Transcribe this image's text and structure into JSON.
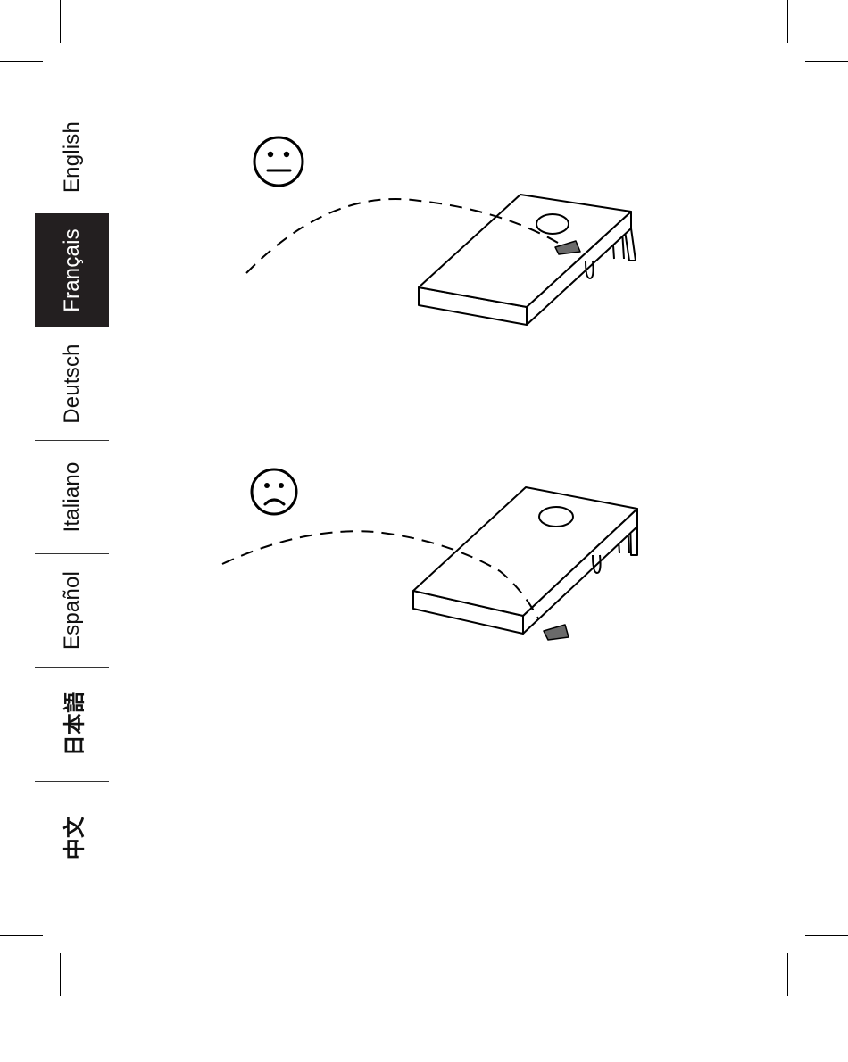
{
  "languages": [
    {
      "label": "English",
      "active": false
    },
    {
      "label": "Français",
      "active": true
    },
    {
      "label": "Deutsch",
      "active": false
    },
    {
      "label": "Italiano",
      "active": false
    },
    {
      "label": "Español",
      "active": false
    },
    {
      "label": "日本語",
      "active": false
    },
    {
      "label": "中文",
      "active": false
    }
  ],
  "illustrations": [
    {
      "face": "neutral-face-icon",
      "result": "bag on board"
    },
    {
      "face": "sad-face-icon",
      "result": "bag off board"
    }
  ]
}
